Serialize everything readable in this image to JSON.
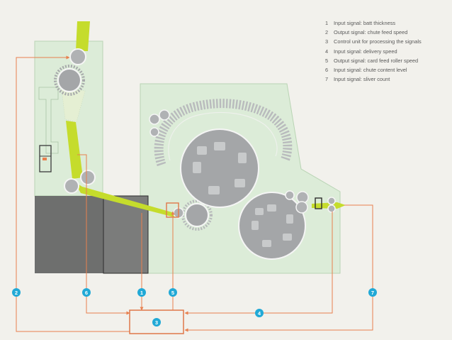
{
  "legend": {
    "items": [
      {
        "number": "1",
        "text": "Input signal: batt thickness"
      },
      {
        "number": "2",
        "text": "Output signal: chute feed speed"
      },
      {
        "number": "3",
        "text": "Control unit for processing the signals"
      },
      {
        "number": "4",
        "text": "Input signal: delivery speed"
      },
      {
        "number": "5",
        "text": "Output signal: card feed roller speed"
      },
      {
        "number": "6",
        "text": "Input signal: chute content level"
      },
      {
        "number": "7",
        "text": "Input signal: sliver count"
      }
    ]
  },
  "signal_badges": [
    "1",
    "2",
    "4",
    "5",
    "6",
    "7"
  ],
  "control_unit_label": "3",
  "colors": {
    "background": "#f2f1ec",
    "machine_panel": "#dcecd8",
    "fiber_lime": "#c5dc2c",
    "signal_line": "#e8804e",
    "control_box": "#e0784a",
    "badge": "#21a9d6",
    "roller_gray": "#a4a6a8",
    "base_gray": "#6e6f6e"
  }
}
